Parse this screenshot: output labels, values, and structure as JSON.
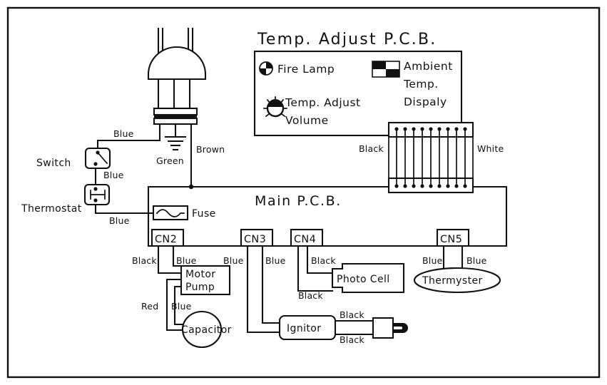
{
  "diagram": {
    "title_temp_pcb": "Temp. Adjust  P.C.B.",
    "title_main_pcb": "Main P.C.B."
  },
  "temp_pcb_legend": {
    "fire_lamp": "Fire Lamp",
    "ambient_line1": "Ambient",
    "ambient_line2": "Temp.",
    "ambient_line3": "Dispaly",
    "volume_line1": "Temp. Adjust",
    "volume_line2": "Volume"
  },
  "components": {
    "switch": "Switch",
    "thermostat": "Thermostat",
    "fuse": "Fuse",
    "motor_pump_line1": "Motor",
    "motor_pump_line2": "Pump",
    "capacitor": "Capacitor",
    "photo_cell": "Photo Cell",
    "thermyster": "Thermyster",
    "ignitor": "Ignitor"
  },
  "connectors": {
    "cn2": "CN2",
    "cn3": "CN3",
    "cn4": "CN4",
    "cn5": "CN5"
  },
  "wire_labels": {
    "plug_blue": "Blue",
    "plug_green": "Green",
    "plug_brown": "Brown",
    "switch_blue": "Blue",
    "thermostat_blue": "Blue",
    "ribbon_black": "Black",
    "ribbon_white": "White",
    "cn2_black": "Black",
    "cn2_blue": "Blue",
    "cn3_blue_left": "Blue",
    "cn3_blue_right": "Blue",
    "cn4_black_top": "Black",
    "cn4_black_bottom": "Black",
    "cn5_blue_left": "Blue",
    "cn5_blue_right": "Blue",
    "capacitor_red": "Red",
    "capacitor_blue": "Blue",
    "ignitor_black_top": "Black",
    "ignitor_black_bottom": "Black"
  },
  "colors": {
    "line": "#111111",
    "background": "#ffffff"
  }
}
